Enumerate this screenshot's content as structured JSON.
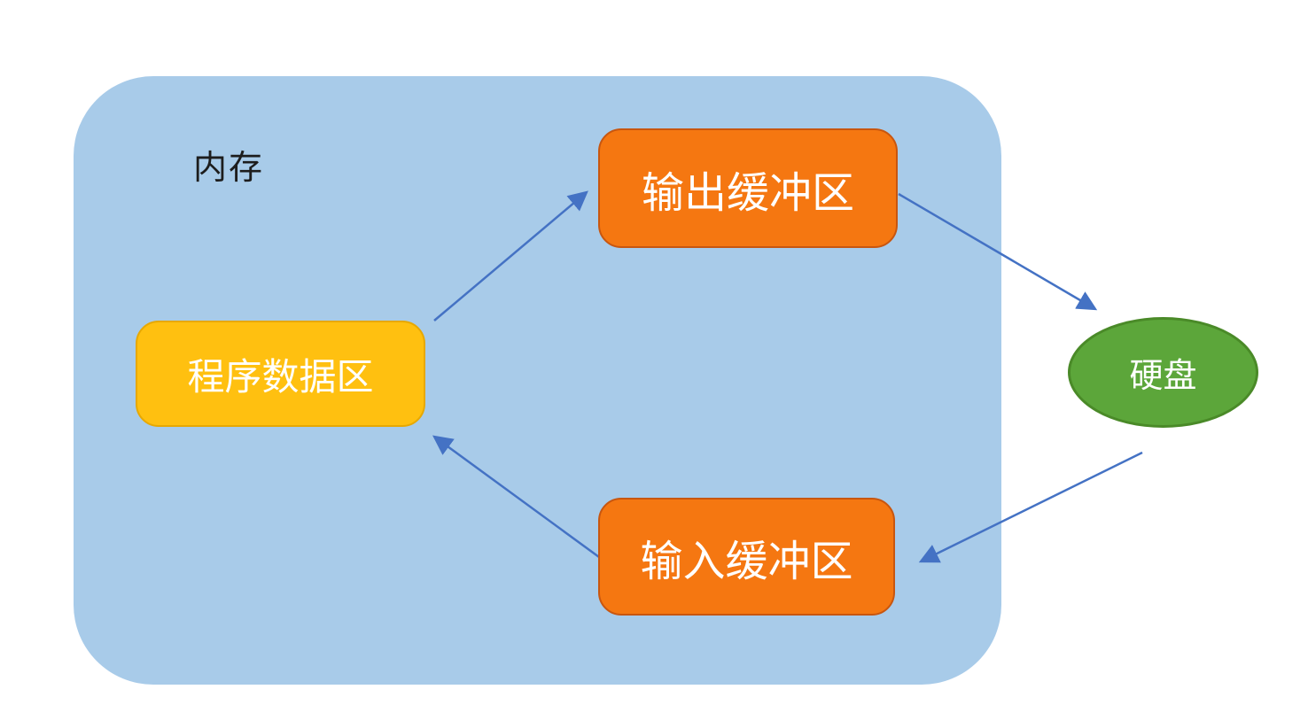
{
  "diagram": {
    "title_region_label": "内存",
    "nodes": {
      "output_buffer": {
        "label": "输出缓冲区",
        "shape": "rounded-rect",
        "fill": "#F57711",
        "text_color": "#FFFFFF"
      },
      "program_data": {
        "label": "程序数据区",
        "shape": "rounded-rect",
        "fill": "#FFC010",
        "text_color": "#FFFFFF"
      },
      "input_buffer": {
        "label": "输入缓冲区",
        "shape": "rounded-rect",
        "fill": "#F57711",
        "text_color": "#FFFFFF"
      },
      "hard_disk": {
        "label": "硬盘",
        "shape": "ellipse",
        "fill": "#5CA63A",
        "text_color": "#FFFFFF"
      }
    },
    "edges": [
      {
        "from": "program_data",
        "to": "output_buffer"
      },
      {
        "from": "output_buffer",
        "to": "hard_disk"
      },
      {
        "from": "hard_disk",
        "to": "input_buffer"
      },
      {
        "from": "input_buffer",
        "to": "program_data"
      }
    ],
    "colors": {
      "memory_region_fill": "#A8CBE9",
      "arrow": "#4472C4",
      "memory_label_text": "#1D1D1D",
      "orange_border": "#C8560F",
      "yellow_border": "#E7A802",
      "green_border": "#4A8A28",
      "background": "#FFFFFF"
    }
  }
}
